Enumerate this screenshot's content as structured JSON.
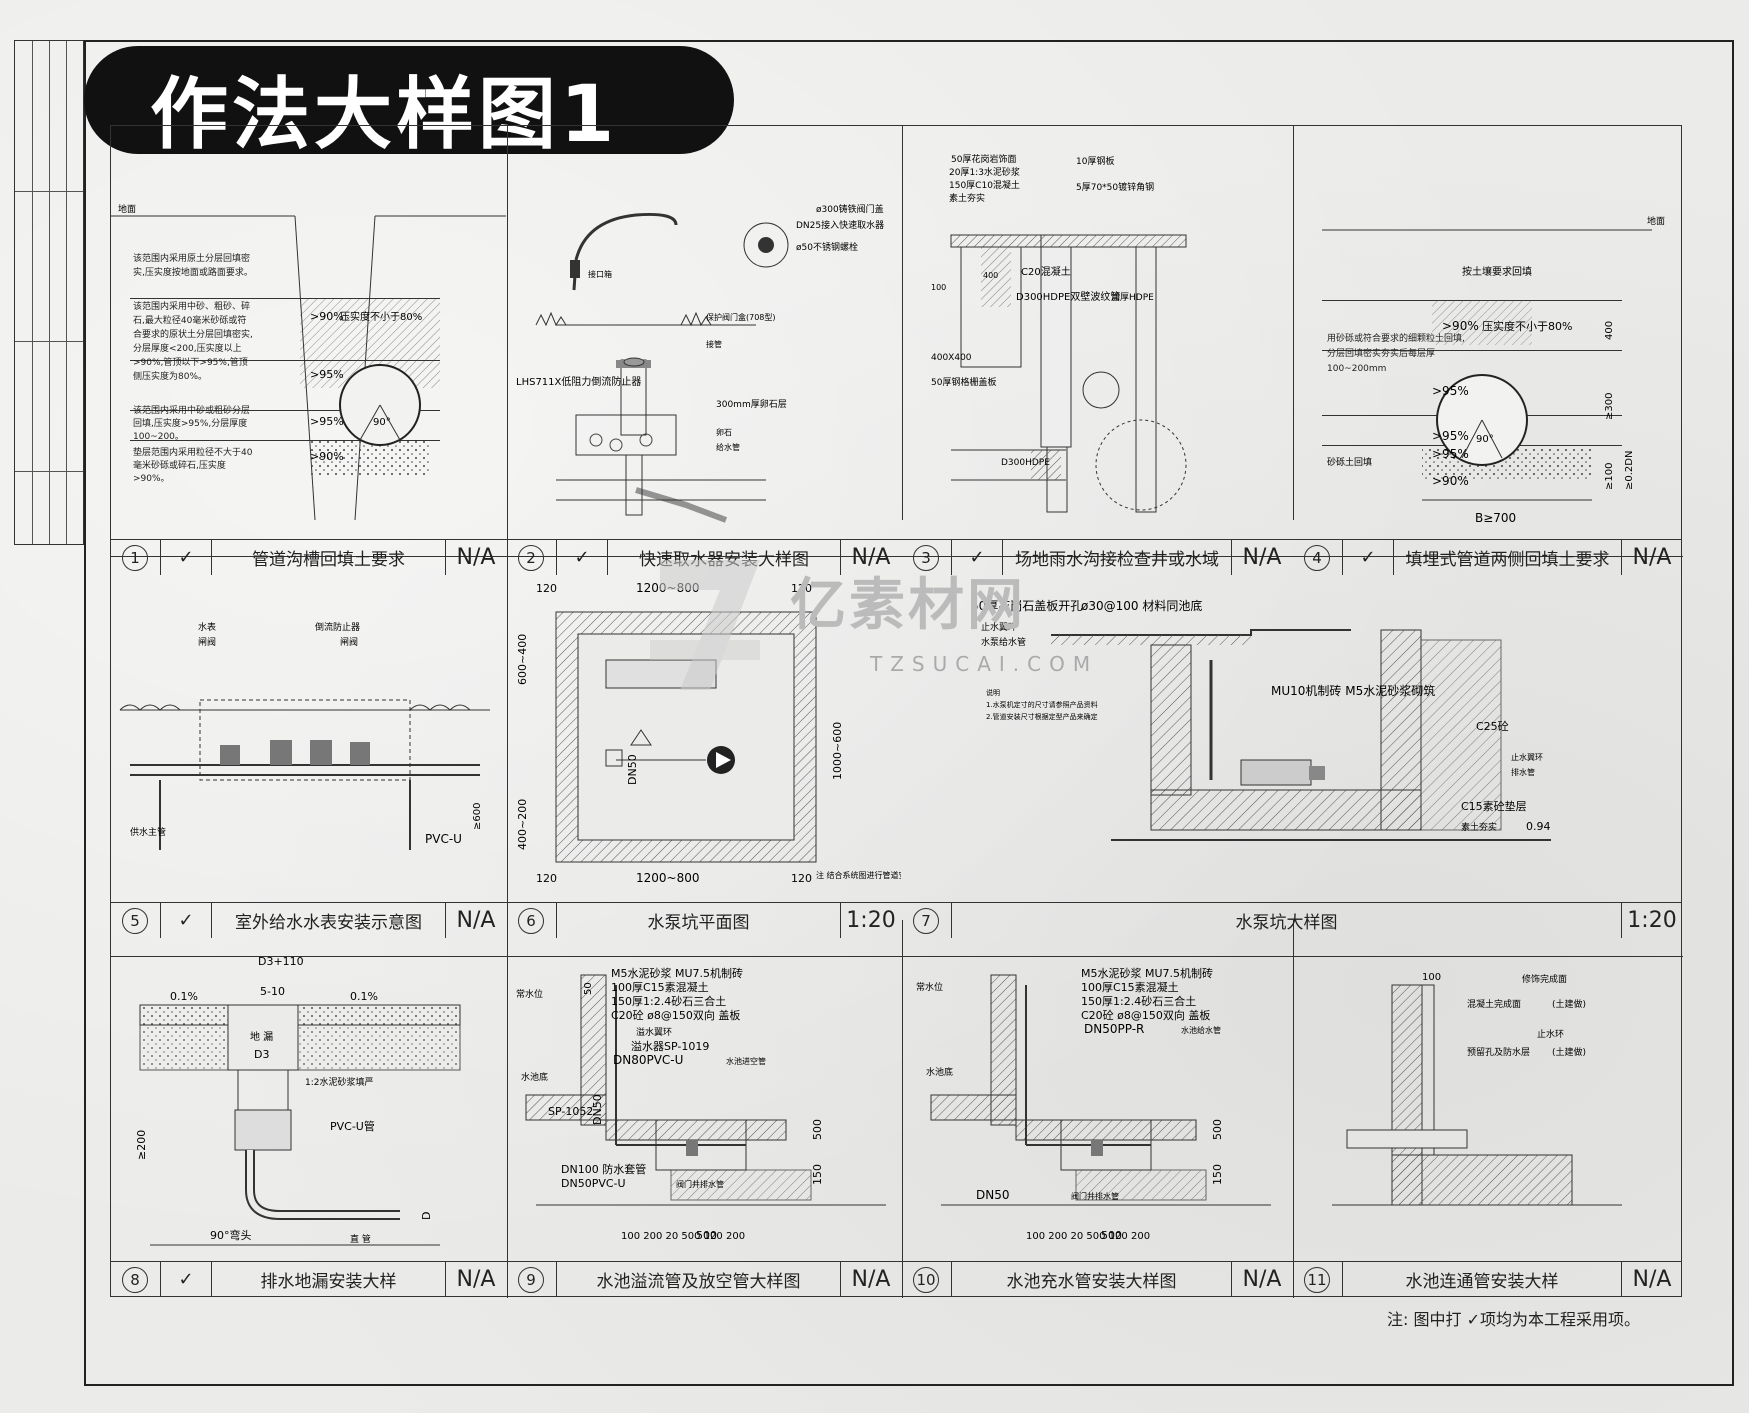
{
  "title": "作法大样图1",
  "watermark": {
    "main": "亿素材网",
    "sub": "TZSUCAI.COM"
  },
  "footer_note": "注:  图中打  ✓项均为本工程采用项。",
  "panels": [
    {
      "num": "1",
      "checked": true,
      "title": "管道沟槽回填土要求",
      "scale": "N/A"
    },
    {
      "num": "2",
      "checked": true,
      "title": "快速取水器安装大样图",
      "scale": "N/A"
    },
    {
      "num": "3",
      "checked": true,
      "title": "场地雨水沟接检查井或水域",
      "scale": "N/A"
    },
    {
      "num": "4",
      "checked": true,
      "title": "填埋式管道两侧回填土要求",
      "scale": "N/A"
    },
    {
      "num": "5",
      "checked": true,
      "title": "室外给水水表安装示意图",
      "scale": "N/A"
    },
    {
      "num": "6",
      "checked": false,
      "title": "水泵坑平面图",
      "scale": "1:20"
    },
    {
      "num": "7",
      "checked": false,
      "title": "水泵坑大样图",
      "scale": "1:20"
    },
    {
      "num": "8",
      "checked": true,
      "title": "排水地漏安装大样",
      "scale": "N/A"
    },
    {
      "num": "9",
      "checked": false,
      "title": "水池溢流管及放空管大样图",
      "scale": "N/A"
    },
    {
      "num": "10",
      "checked": false,
      "title": "水池充水管安装大样图",
      "scale": "N/A"
    },
    {
      "num": "11",
      "checked": false,
      "title": "水池连通管安装大样",
      "scale": "N/A"
    }
  ],
  "p1": {
    "ground": "地面",
    "t1": "该范围内采用原土分层回填密实,压实度按地面或路面要求。",
    "t2": "该范围内采用中砂、粗砂、碎石,最大粒径40毫米砂砾或符合要求的原状土分层回填密实,分层厚度<200,压实度以上>90%,管顶以下>95%,管顶侧压实度为80%。",
    "t3": "该范围内采用中砂或粗砂分层回填,压实度>95%,分层厚度100~200。",
    "t4": "垫层范围内采用粒径不大于40毫米砂砾或碎石,压实度>90%。",
    "p90": ">90%",
    "p90b": "压实度不小于80%",
    "p95": ">95%",
    "p95b": ">95%",
    "p90c": ">90%",
    "angle": "90°"
  },
  "p2": {
    "d300": "ø300铸铁阀门盖",
    "dn25": "DN25接入快速取水器",
    "d50": "ø50不锈钢螺栓",
    "model": "LHS711X低阻力倒流防止器",
    "s300": "300mm厚卵石层",
    "a1": "接口箱",
    "a2": "保护阀门盒(708型)",
    "a3": "接管",
    "a4": "卵石",
    "a5": "给水管"
  },
  "p3": {
    "l1": "50厚花岗岩饰面",
    "l2": "20厚1:3水泥砂浆",
    "l3": "150厚C10混凝土",
    "l4": "素土夯实",
    "l5": "10厚钢板",
    "l6": "5厚70*50镀锌角钢",
    "c20": "C20混凝土",
    "d300": "D300HDPE双壁波纹管",
    "d300b": "D300HDPE",
    "hdpe": "加厚HDPE",
    "g400": "400X400",
    "g50": "50厚钢格栅盖板",
    "dim400": "400",
    "dim100": "100"
  },
  "p4": {
    "ground": "地面",
    "zone": "按土壤要求回填",
    "t1": "用砂砾或符合要求的细颗粒土回填,分层回填密实夯实后每层厚100~200mm",
    "p90": ">90%",
    "p80": "压实度不小于80%",
    "p95": ">95%",
    "p95b": ">95%",
    "p95c": ">95%",
    "p90b": ">90%",
    "sand": "砂砾土回填",
    "b": "B≥700",
    "d400": "400",
    "d300": "≥300",
    "d100": "≥100",
    "d02": "≥0.2DN",
    "angle": "90°"
  },
  "p5": {
    "meter": "水表",
    "gate1": "闸阀",
    "backflow": "倒流防止器",
    "gate2": "闸阀",
    "main": "供水主管",
    "pvc": "PVC-U",
    "h600": "≥600"
  },
  "p6": {
    "w": "1200~800",
    "e": "120",
    "h1": "600~400",
    "h2": "1000~600",
    "h3": "400~200",
    "dn50": "DN50",
    "note": "注  结合系统图进行管道安装"
  },
  "p7": {
    "l1": "50厚花岗石盖板开孔",
    "l2": "ø30@100  材料同池底",
    "stop": "止水翼环",
    "pipe": "水泵给水管",
    "mu10": "MU10机制砖  M5水泥砂浆砌筑",
    "c25": "C25砼",
    "stop2": "止水翼环",
    "drain": "排水管",
    "c15": "C15素砼垫层",
    "soil": "素土夯实",
    "v": "0.94",
    "n1": "说明",
    "n2": "1.水泵机定寸的尺寸请参照产品资料",
    "n3": "2.管道安装尺寸根据定型产品来确定"
  },
  "p8": {
    "d3": "D3+110",
    "s1": "0.1%",
    "s2": "5-10",
    "s3": "0.1%",
    "drain": "地 漏",
    "d3b": "D3",
    "mortar": "1:2水泥砂浆填严",
    "pvc": "PVC-U管",
    "h200": "≥200",
    "elbow": "90°弯头",
    "pipe": "直  管",
    "dd": "D"
  },
  "p9": {
    "wl": "常水位",
    "l1": "M5水泥砂浆  MU7.5机制砖",
    "l2": "100厚C15素混凝土",
    "l3": "150厚1:2.4砂石三合土",
    "l4": "C20砼  ø8@150双向  盖板",
    "ring": "溢水翼环",
    "sp1": "溢水器SP-1019",
    "dn80": "DN80PVC-U",
    "pipe": "水池进空管",
    "bottom": "水池底",
    "sp2": "SP-1052",
    "dn50v": "DN50",
    "dn100": "DN100  防水套管",
    "dn50": "DN50PVC-U",
    "valve": "阀门井排水管",
    "dims": "100 200 20    500    120 200",
    "d500": "500",
    "d150": "150",
    "d50": "50"
  },
  "p10": {
    "wl": "常水位",
    "l1": "M5水泥砂浆  MU7.5机制砖",
    "l2": "100厚C15素混凝土",
    "l3": "150厚1:2.4砂石三合土",
    "l4": "C20砼  ø8@150双向  盖板",
    "dn50pp": "DN50PP-R",
    "fill": "水池给水管",
    "bottom": "水池底",
    "dn50": "DN50",
    "valve": "阀门井排水管",
    "dims": "100 200 20    500    120 200",
    "d500": "500",
    "d150": "150"
  },
  "p11": {
    "l1": "修饰完成面",
    "l2": "混凝土完成面",
    "l3": "(土建做)",
    "ring": "止水环",
    "l4": "预留孔及防水层",
    "l5": "(土建做)",
    "d100": "100"
  },
  "colors": {
    "ink": "#222222",
    "pill": "#111111",
    "paper": "#ebebe9"
  }
}
